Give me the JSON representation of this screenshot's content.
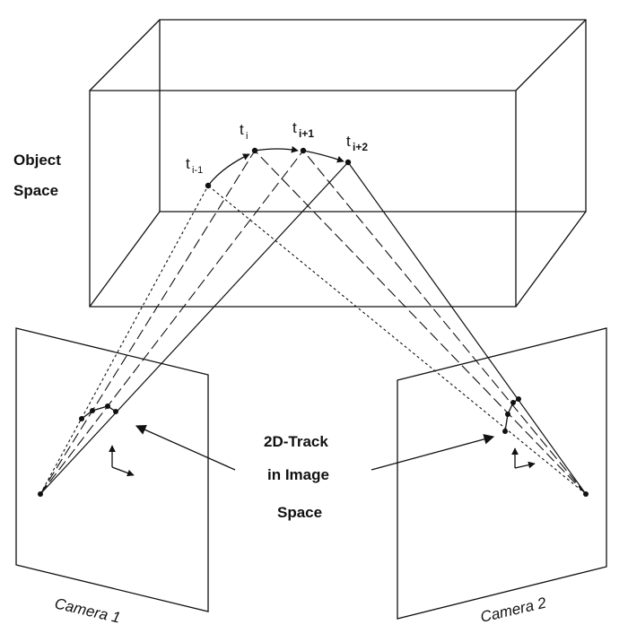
{
  "labels": {
    "object_space_line1": "Object",
    "object_space_line2": "Space",
    "track_label_line1": "2D-Track",
    "track_label_line2": "in Image",
    "track_label_line3": "Space",
    "camera1": "Camera 1",
    "camera2": "Camera 2"
  },
  "time_points": [
    {
      "base": "t",
      "sub": "i-1"
    },
    {
      "base": "t",
      "sub": "i"
    },
    {
      "base": "t",
      "sub": "i+1"
    },
    {
      "base": "t",
      "sub": "i+2"
    }
  ]
}
